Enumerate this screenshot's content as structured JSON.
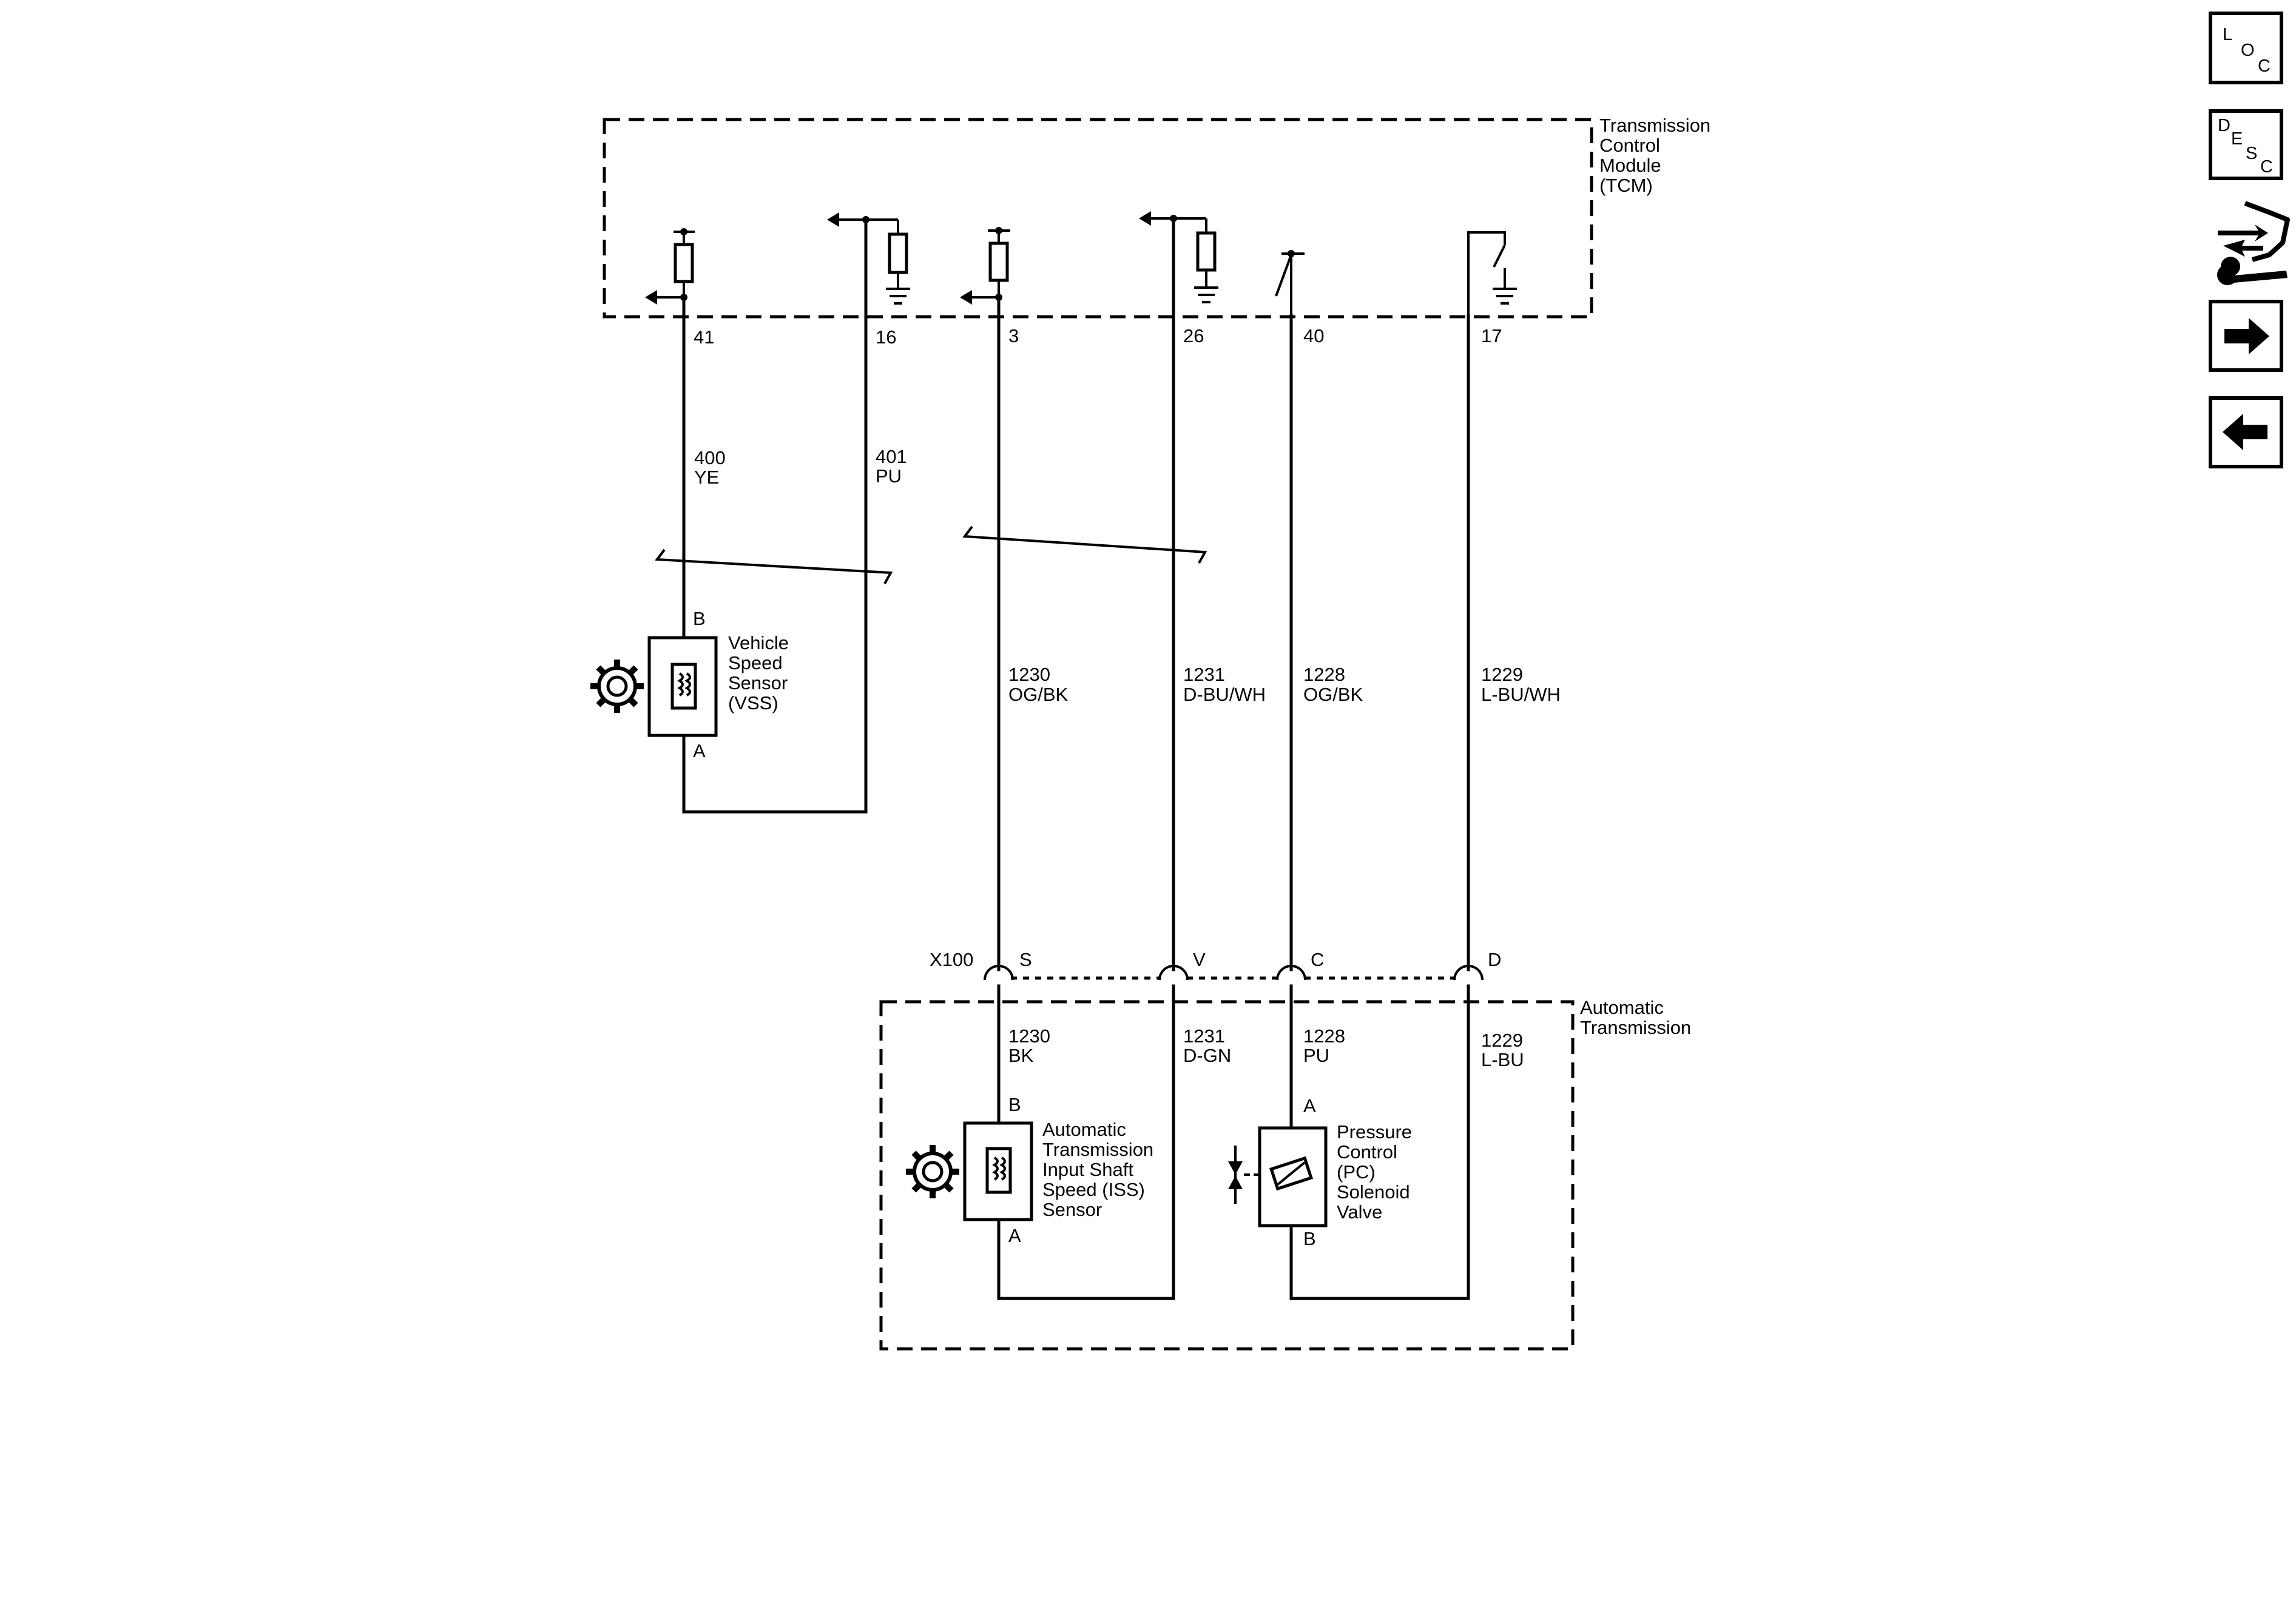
{
  "tcm": {
    "line1": "Transmission",
    "line2": "Control",
    "line3": "Module",
    "line4": "(TCM)"
  },
  "trans": {
    "line1": "Automatic",
    "line2": "Transmission"
  },
  "pins": {
    "p41": "41",
    "p16": "16",
    "p3": "3",
    "p26": "26",
    "p40": "40",
    "p17": "17"
  },
  "wires": {
    "w400": {
      "num": "400",
      "color": "YE"
    },
    "w401": {
      "num": "401",
      "color": "PU"
    },
    "w1230a": {
      "num": "1230",
      "color": "OG/BK"
    },
    "w1231a": {
      "num": "1231",
      "color": "D-BU/WH"
    },
    "w1228a": {
      "num": "1228",
      "color": "OG/BK"
    },
    "w1229a": {
      "num": "1229",
      "color": "L-BU/WH"
    },
    "w1230b": {
      "num": "1230",
      "color": "BK"
    },
    "w1231b": {
      "num": "1231",
      "color": "D-GN"
    },
    "w1228b": {
      "num": "1228",
      "color": "PU"
    },
    "w1229b": {
      "num": "1229",
      "color": "L-BU"
    }
  },
  "connector": {
    "name": "X100",
    "s": "S",
    "v": "V",
    "c": "C",
    "d": "D"
  },
  "vss": {
    "line1": "Vehicle",
    "line2": "Speed",
    "line3": "Sensor",
    "line4": "(VSS)",
    "pin_b": "B",
    "pin_a": "A"
  },
  "iss": {
    "line1": "Automatic",
    "line2": "Transmission",
    "line3": "Input Shaft",
    "line4": "Speed (ISS)",
    "line5": "Sensor",
    "pin_b": "B",
    "pin_a": "A"
  },
  "pc": {
    "line1": "Pressure",
    "line2": "Control",
    "line3": "(PC)",
    "line4": "Solenoid",
    "line5": "Valve",
    "pin_a": "A",
    "pin_b": "B"
  },
  "nav": {
    "loc": {
      "l": "L",
      "o": "O",
      "c": "C"
    },
    "desc": {
      "d": "D",
      "e": "E",
      "s": "S",
      "c": "C"
    },
    "icons": [
      "loc-button",
      "desc-button",
      "connector-repair-icon",
      "next-arrow-icon",
      "prev-arrow-icon"
    ]
  }
}
